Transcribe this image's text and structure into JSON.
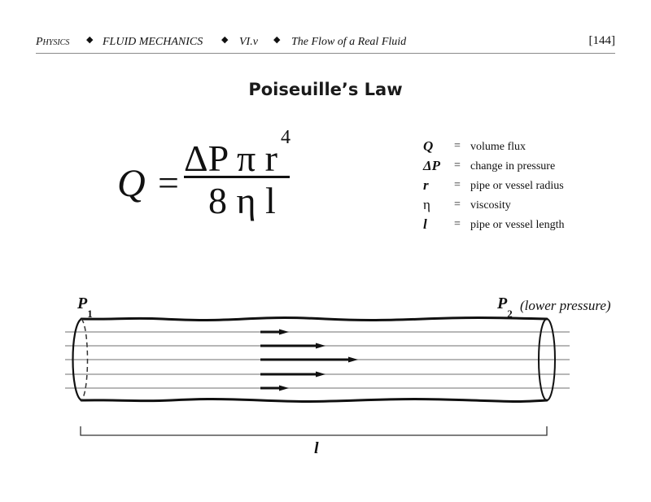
{
  "header": {
    "subject": "Physics",
    "section": "FLUID MECHANICS",
    "chapter": "VI.v",
    "topic": "The Flow of a Real Fluid",
    "separator": "◆",
    "page": "[144]"
  },
  "title": "Poiseuille’s Law",
  "equation": {
    "lhs": "Q",
    "equals": "=",
    "numerator": "ΔP π r",
    "exponent": "4",
    "denominator": "8 η l"
  },
  "legend": [
    {
      "symbol": "Q",
      "equals": "=",
      "description": "volume flux"
    },
    {
      "symbol": "ΔP",
      "equals": "=",
      "description": "change in pressure"
    },
    {
      "symbol": "r",
      "equals": "=",
      "description": "pipe or vessel radius"
    },
    {
      "symbol": "η",
      "equals": "=",
      "description": "viscosity"
    },
    {
      "symbol": "l",
      "equals": "=",
      "description": "pipe or vessel length"
    }
  ],
  "diagram": {
    "inlet_label": "P",
    "inlet_subscript": "1",
    "outlet_label": "P",
    "outlet_subscript": "2",
    "outlet_note": "(lower pressure)",
    "length_label": "l",
    "streamline_count": 5,
    "arrow_relative_lengths": [
      35,
      80,
      120,
      80,
      35
    ]
  }
}
